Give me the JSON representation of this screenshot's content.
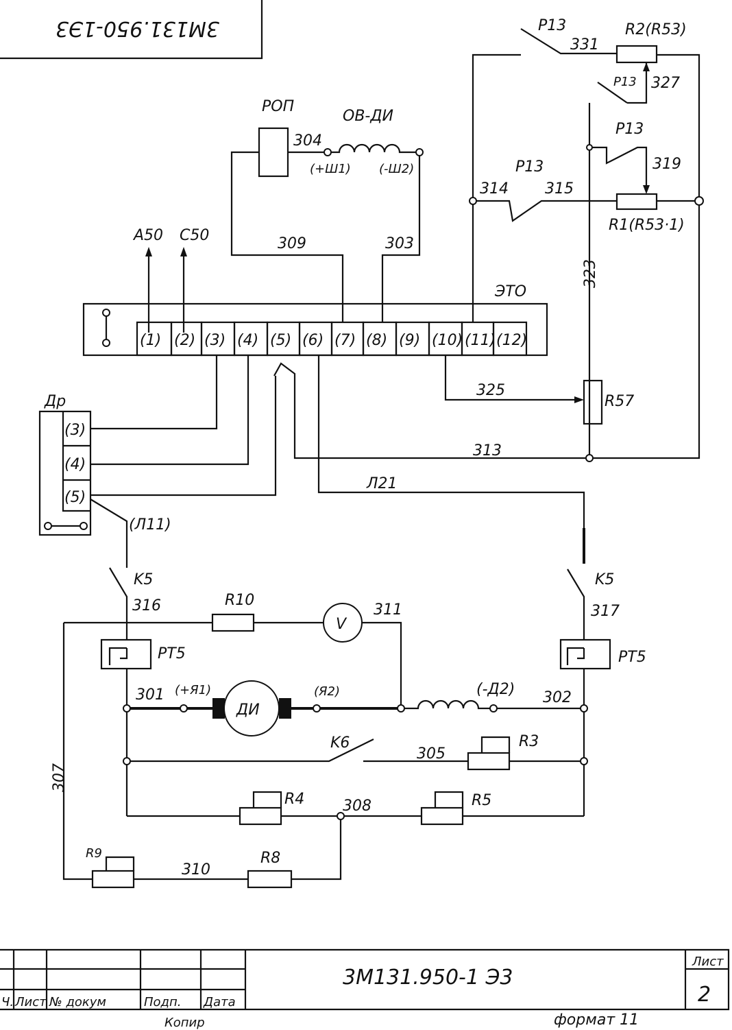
{
  "stamp": "3М131.950-1Э3",
  "title_block": {
    "designation": "3М131.950-1 Э3",
    "sheet_label": "Лист",
    "sheet_number": "2",
    "cols": [
      "Ч.",
      "Лист",
      "№ докум",
      "Подп.",
      "Дата"
    ],
    "copied": "Копир",
    "format": "формат 11"
  },
  "terminal_block": {
    "name": "ЭТО",
    "terminals": [
      "(1)",
      "(2)",
      "(3)",
      "(4)",
      "(5)",
      "(6)",
      "(7)",
      "(8)",
      "(9)",
      "(10)",
      "(11)",
      "(12)"
    ]
  },
  "choke": {
    "name": "Др",
    "terminals": [
      "(3)",
      "(4)",
      "(5)"
    ]
  },
  "labels": {
    "a50": "A50",
    "c50": "C50",
    "rop": "РОП",
    "ov_di": "ОВ-ДИ",
    "w304": "304",
    "sh1": "(+Ш1)",
    "sh2": "(-Ш2)",
    "w309": "309",
    "w303": "303",
    "p13_a": "P13",
    "w331": "331",
    "r2": "R2(R53)",
    "p13_b": "P13",
    "w327": "327",
    "p13_c": "P13",
    "w319": "319",
    "p13_d": "P13",
    "w314": "314",
    "w315": "315",
    "r1": "R1(R53·1)",
    "w323": "323",
    "w325": "325",
    "r57": "R57",
    "w313": "313",
    "l21": "Л21",
    "l11": "(Л11)",
    "k5_left": "K5",
    "k5_right": "K5",
    "w316": "316",
    "w317": "317",
    "r10": "R10",
    "v": "V",
    "w311": "311",
    "pt5_left": "PT5",
    "pt5_right": "PT5",
    "w301": "301",
    "ya1": "(+Я1)",
    "motor": "ДИ",
    "ya2": "(Я2)",
    "d2": "(-Д2)",
    "w302": "302",
    "k6": "K6",
    "w305": "305",
    "r3": "R3",
    "w307": "307",
    "r4": "R4",
    "w308": "308",
    "r5": "R5",
    "r9": "R9",
    "w310": "310",
    "r8": "R8"
  }
}
